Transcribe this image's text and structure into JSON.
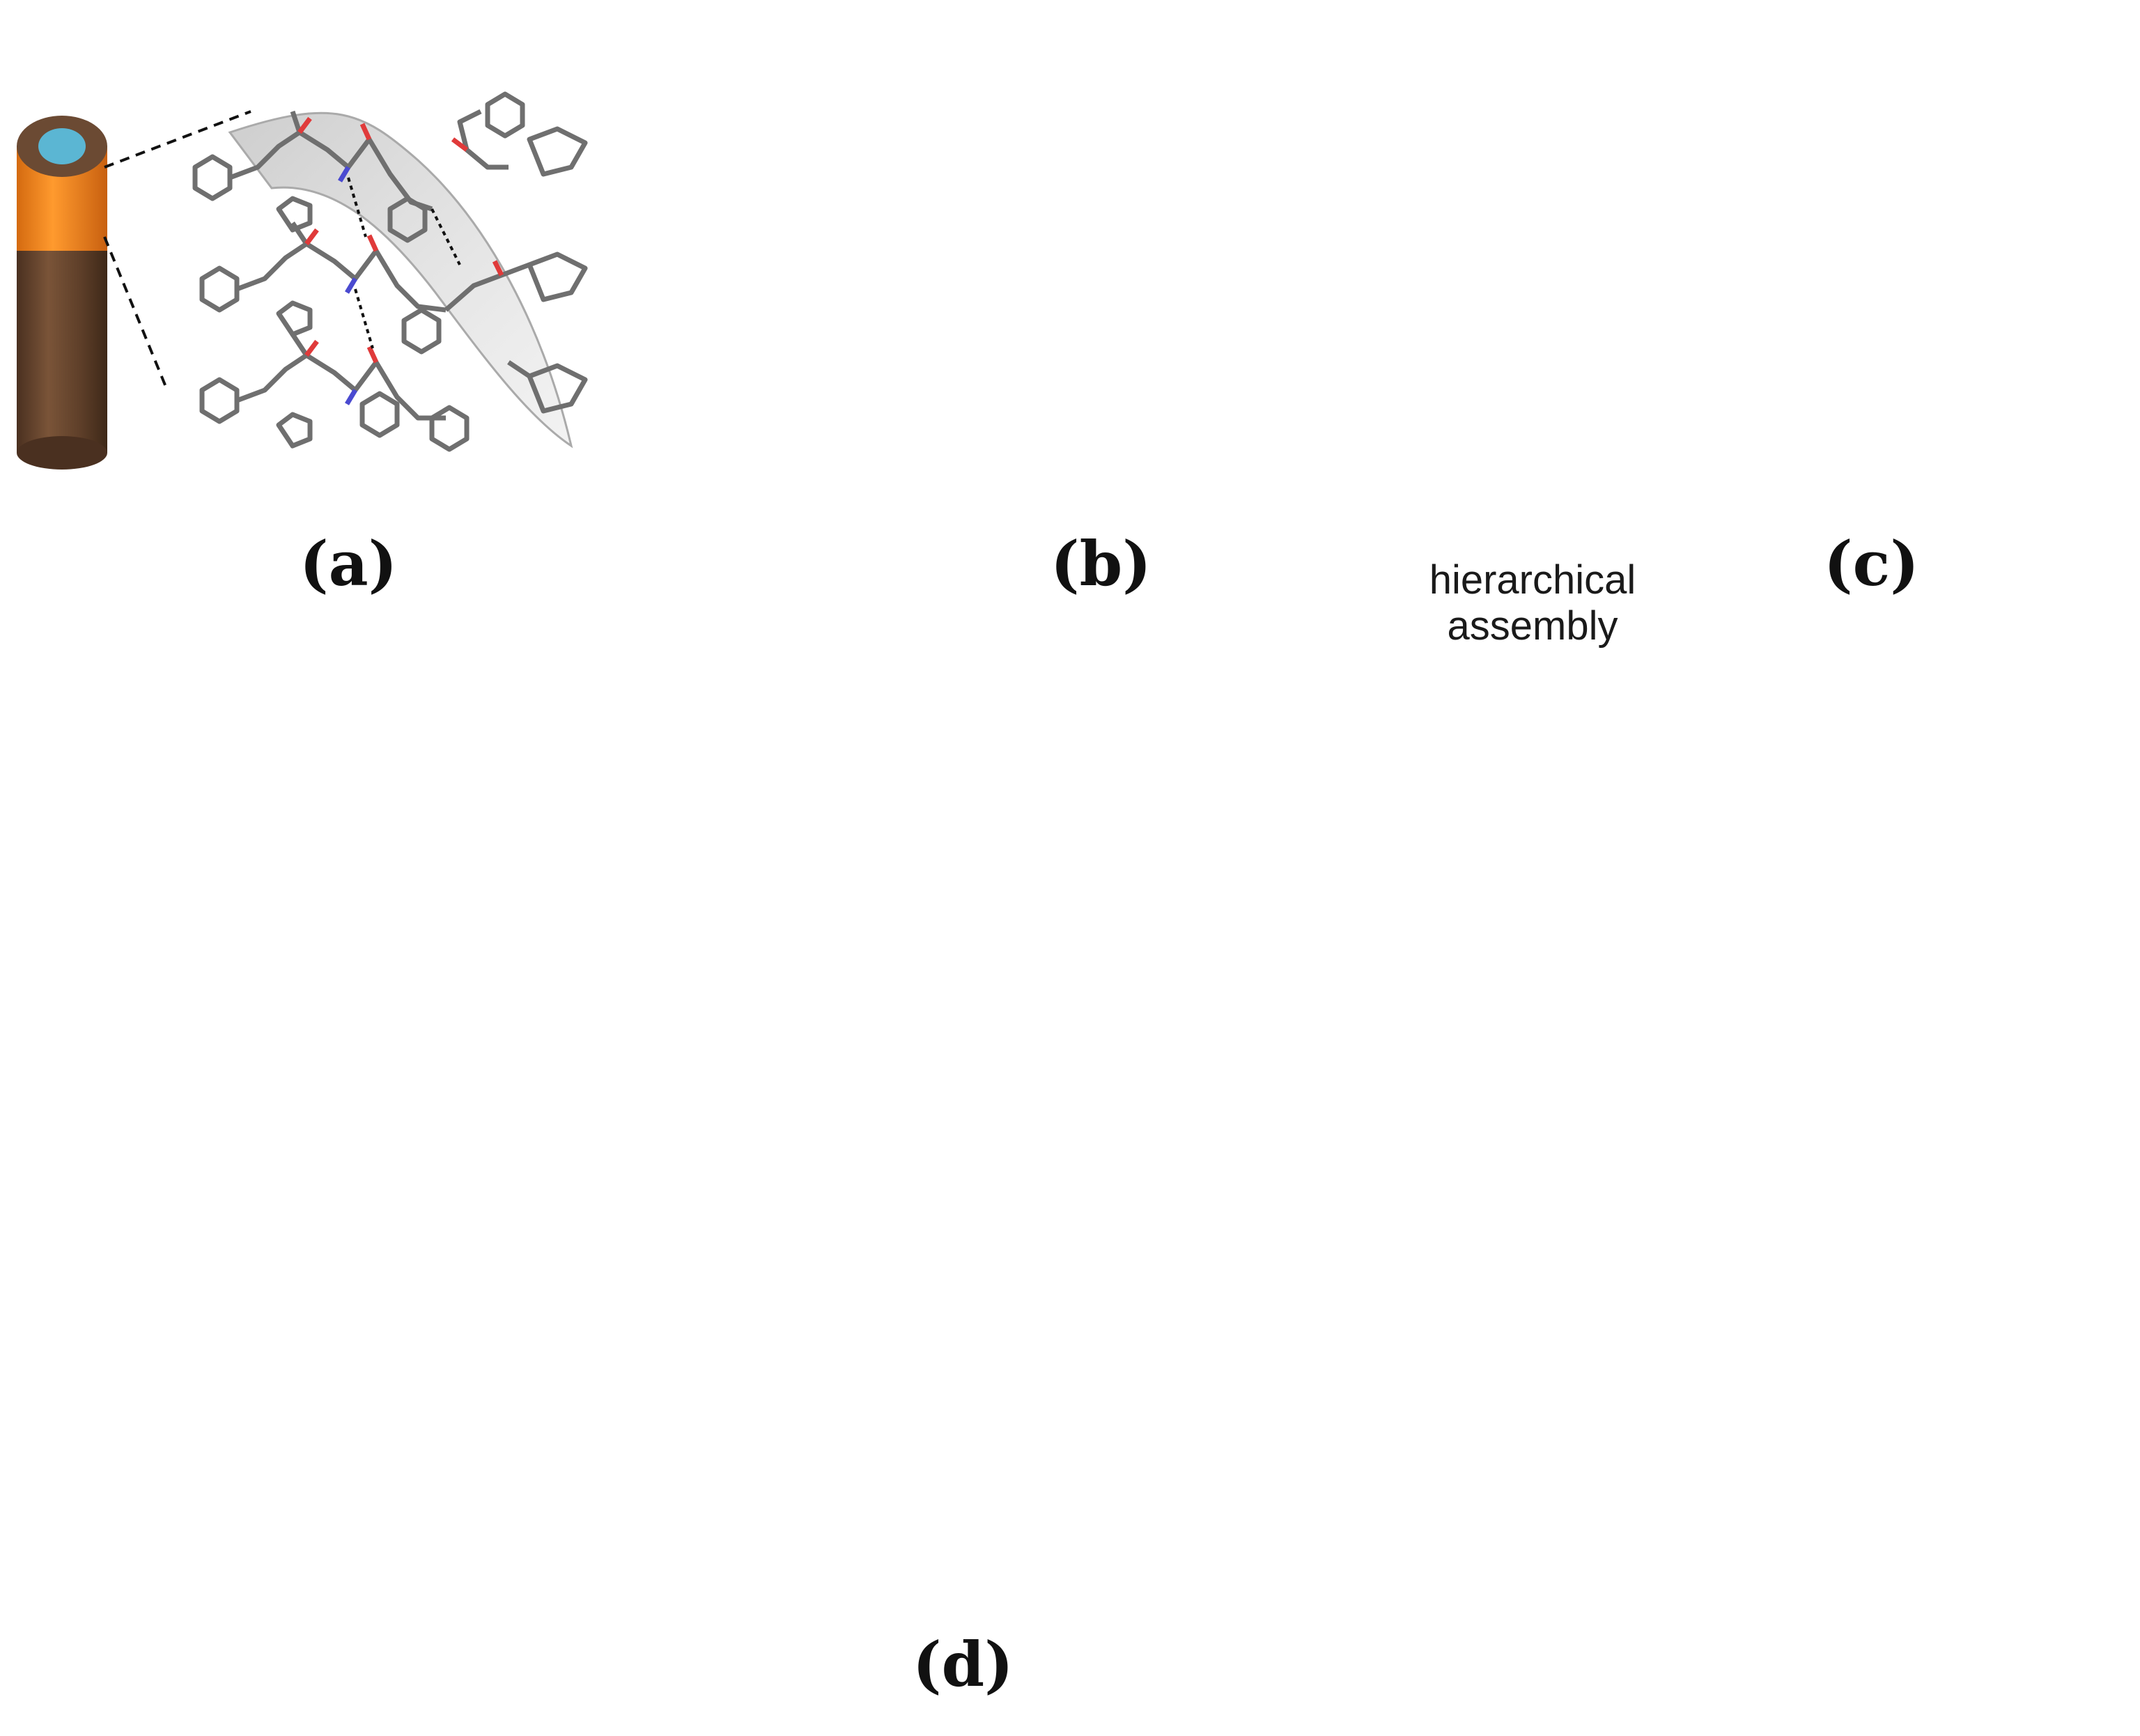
{
  "labels": {
    "a": "(a)",
    "b": "(b)",
    "c": "(c)",
    "d": "(d)"
  },
  "caption": {
    "line1": "hierarchical",
    "line2": "assembly"
  },
  "colors": {
    "rod_body": "#6b4a33",
    "rod_orange": "#f7951d",
    "rod_core_blue": "#5bb6d3",
    "rod_light_body": "#b8a898",
    "rod_light_orange": "#f7c88e",
    "rod_light_blue": "#a6d7e6",
    "oxygen_red": "#e03a3a",
    "nitrogen_blue": "#4a4ad0",
    "carbon_grey": "#7a7a7a",
    "hydrogen_white": "#eeeeee",
    "dark_core": "#2b2b2b"
  },
  "icons": [
    "cylinder-rod",
    "peptide-stick-model",
    "cyclic-peptide-ring",
    "rod-bundle",
    "space-filling-model",
    "hexagonal-lattice"
  ]
}
